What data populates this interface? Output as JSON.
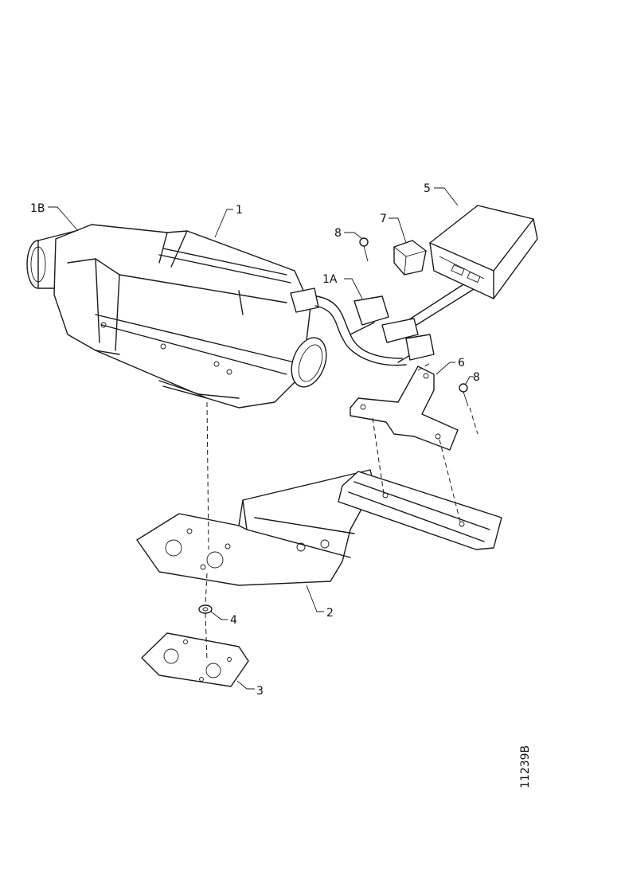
{
  "labels": {
    "heater": "1",
    "heater_1b": "1B",
    "heater_1a": "1A",
    "bracket": "2",
    "gasket": "3",
    "washer": "4",
    "controller": "5",
    "bracket_small": "6",
    "connector": "7",
    "screw_top": "8",
    "screw_right": "8"
  },
  "document_number": "11239B",
  "colors": {
    "line": "#1a1a1a",
    "background": "#ffffff"
  }
}
